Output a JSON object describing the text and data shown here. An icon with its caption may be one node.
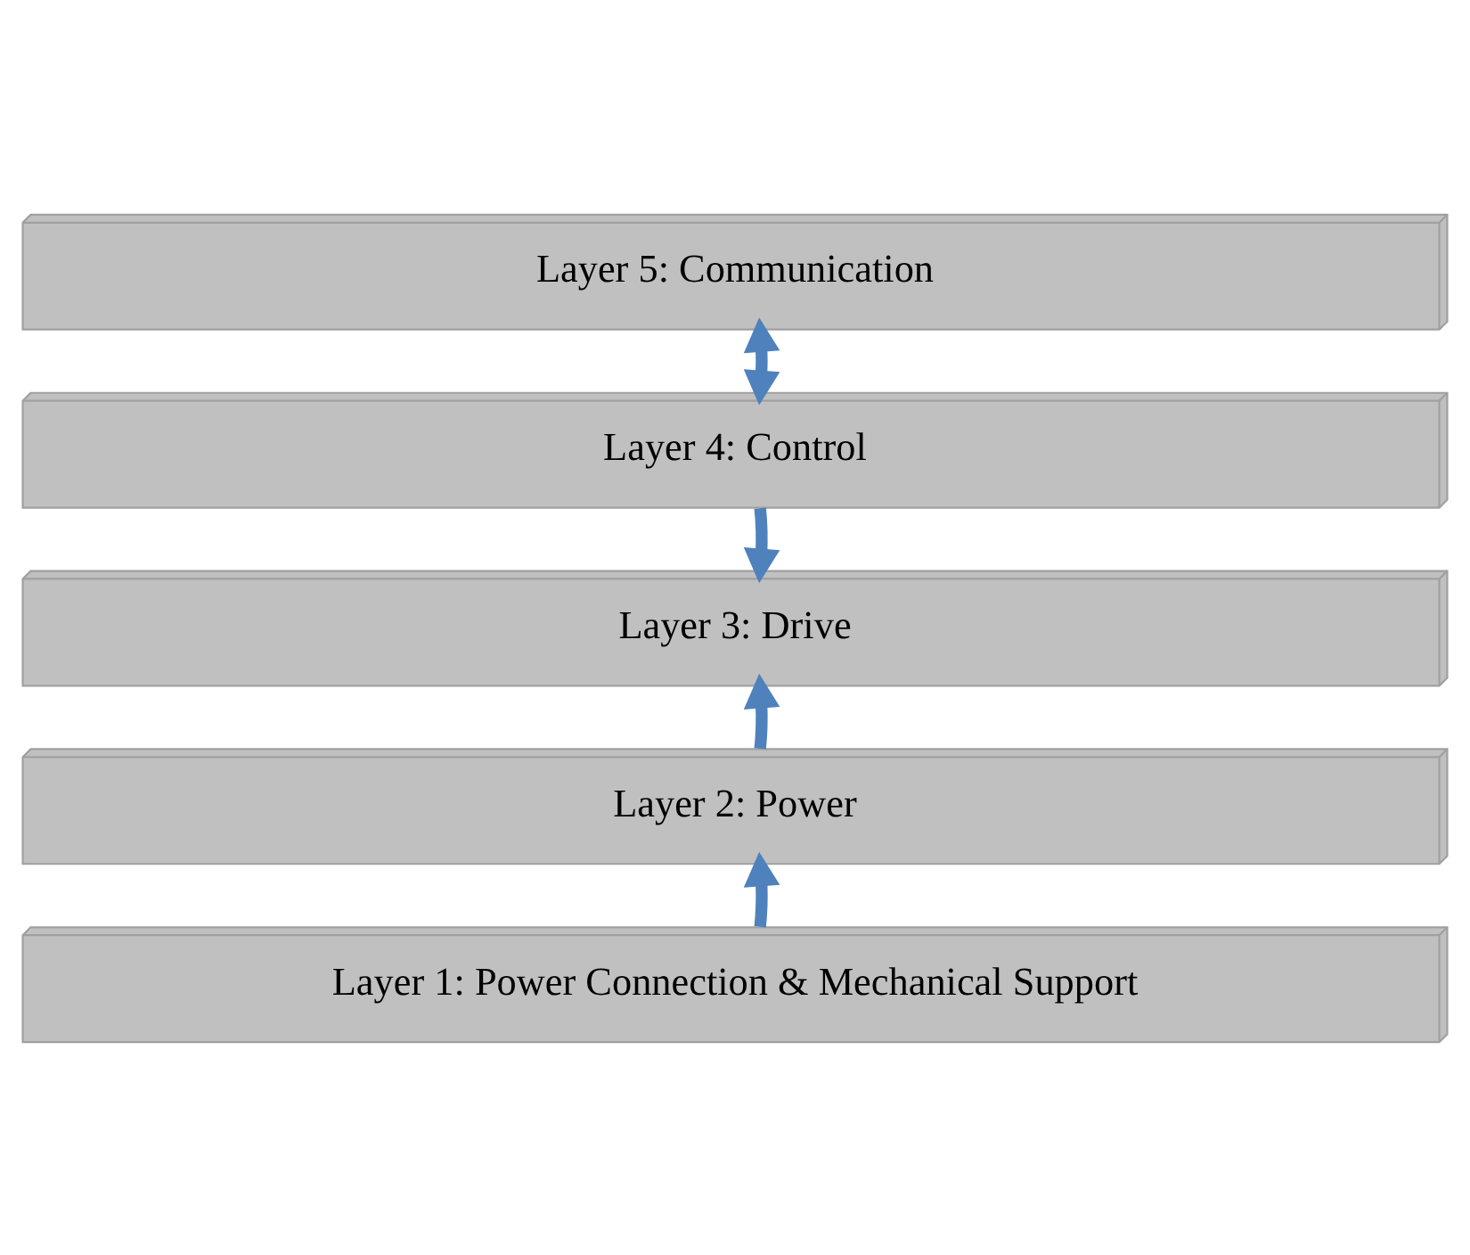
{
  "diagram": {
    "nodes": [
      {
        "text": [
          "Layer 5: Communication"
        ]
      },
      {
        "text": [
          "Layer 4: Control"
        ]
      },
      {
        "text": [
          "Layer 3: Drive"
        ]
      },
      {
        "text": [
          "Layer 2: Power"
        ]
      },
      {
        "text": [
          "Layer 1: Power Connection & Mechanical Support"
        ]
      }
    ],
    "edges": [
      {
        "from": 0,
        "to": 1,
        "arrow": "both"
      },
      {
        "from": 1,
        "to": 2,
        "arrow": "to"
      },
      {
        "from": 3,
        "to": 2,
        "arrow": "to"
      },
      {
        "from": 4,
        "to": 3,
        "arrow": "to"
      }
    ]
  }
}
